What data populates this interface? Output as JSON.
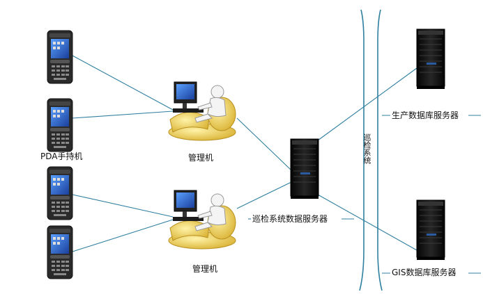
{
  "labels": {
    "pda": "PDA手持机",
    "manager_1": "管理机",
    "manager_2": "管理机",
    "patrol_server": "巡检系统数据服务器",
    "prod_server": "生产数据库服务器",
    "gis_server": "GIS数据库服务器",
    "network": "巡检系统"
  },
  "colors": {
    "link": "#2f7fa0",
    "tower": "#111111",
    "chair": "#f0d060",
    "pda_body": "#2a2a2a",
    "pda_screen": "#2f6bd0"
  },
  "icons": {
    "pda": "handheld-device-icon",
    "manager": "workstation-figure-icon",
    "server": "server-tower-icon"
  }
}
